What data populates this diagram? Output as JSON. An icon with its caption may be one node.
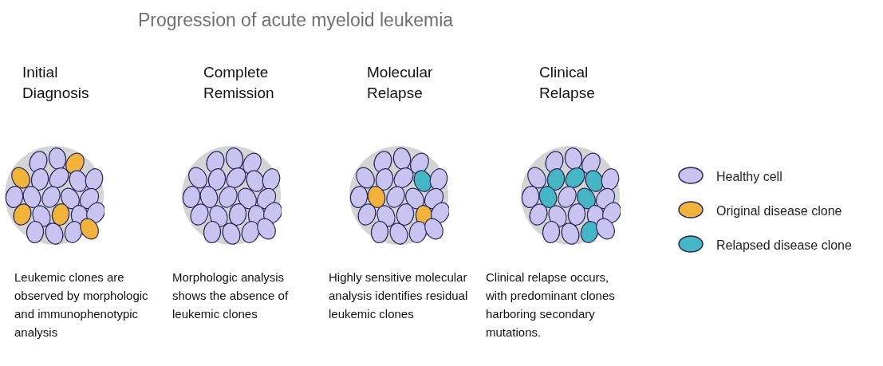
{
  "diagram": {
    "title": "Progression of acute myeloid leukemia",
    "labels": [
      "Initial Diagnosis",
      "Complete Remission",
      "Molecular Relapse",
      "Clinical Relapse",
      "Leukemic clones are observed by morphologic and immunophenotypic analysis",
      "Morphologic analysis shows the absence of leukemic clones",
      "Highly sensitive molecular analysis identifies residual leukemic clones",
      "Clinical relapse occurs, with predominant clones harboring secondary mutations."
    ],
    "legend": [
      {
        "text": "Healthy cell",
        "color": "#c8c4ef"
      },
      {
        "text": "Original disease clone",
        "color": "#f2b33d"
      },
      {
        "text": "Relapsed disease clone",
        "color": "#47b6c4"
      }
    ]
  }
}
